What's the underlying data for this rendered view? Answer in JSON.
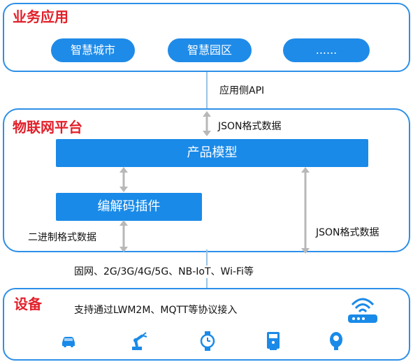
{
  "colors": {
    "panel_border": "#2d8fe8",
    "title_red": "#e2202a",
    "accent_blue": "#1a8ae8",
    "connector": "#9bc4e7",
    "arrow_gray": "#b8b8b8"
  },
  "business_layer": {
    "title": "业务应用",
    "apps": [
      "智慧城市",
      "智慧园区",
      "......"
    ]
  },
  "connector_top": {
    "label": "应用侧API"
  },
  "iot_platform": {
    "title": "物联网平台",
    "json_top_label": "JSON格式数据",
    "product_model": "产品模型",
    "codec_plugin": "编解码插件",
    "binary_label": "二进制格式数据",
    "json_right_label": "JSON格式数据"
  },
  "network_label": "固网、2G/3G/4G/5G、NB-IoT、Wi-Fi等",
  "device_layer": {
    "title": "设备",
    "subtitle": "支持通过LWM2M、MQTT等协议接入",
    "icons": [
      "router-icon",
      "car-icon",
      "robot-arm-icon",
      "watch-icon",
      "meter-icon",
      "sensor-icon"
    ]
  }
}
